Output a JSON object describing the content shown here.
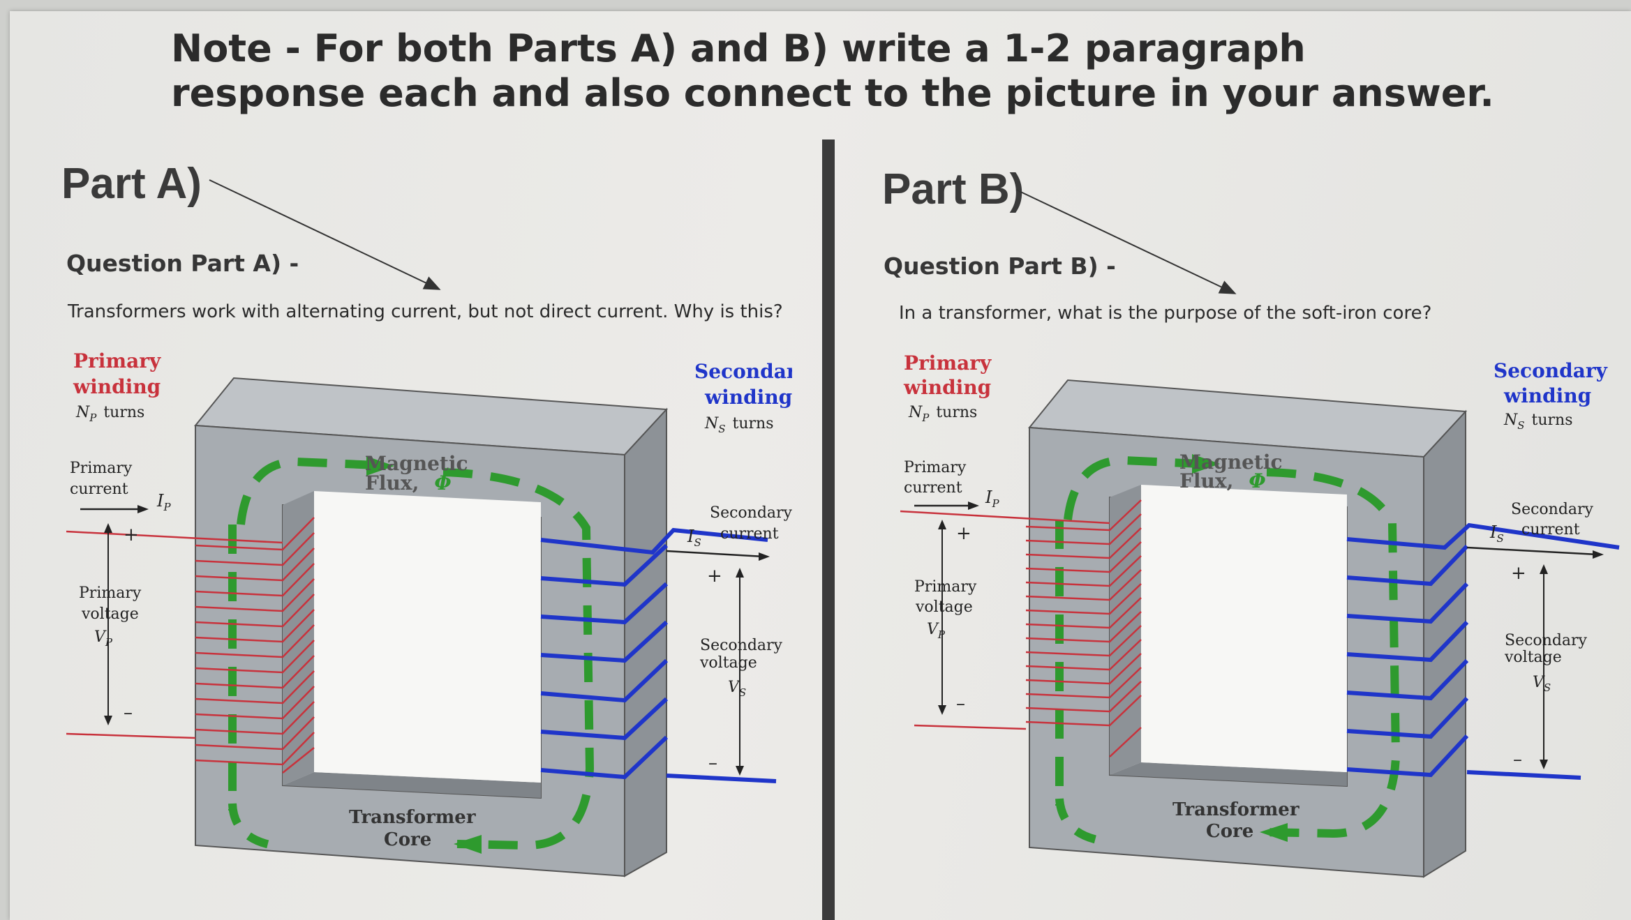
{
  "note": "Note - For both Parts A) and B) write a 1-2 paragraph response each and also connect to the picture in your answer.",
  "parts": [
    {
      "title": "Part A)",
      "question_heading": "Question Part A) -",
      "question_text": "Transformers work with alternating current, but not direct current. Why is this?"
    },
    {
      "title": "Part B)",
      "question_heading": "Question Part B) -",
      "question_text": "In a transformer, what is the purpose of the soft-iron core?"
    }
  ],
  "diagram_labels": {
    "primary_winding_line1": "Primary",
    "primary_winding_line2": "winding",
    "primary_turns_symbol": "N",
    "primary_turns_sub": "P",
    "turns_word": "turns",
    "secondary_winding_line1": "Secondary",
    "secondary_winding_line2": "winding",
    "secondary_turns_symbol": "N",
    "secondary_turns_sub": "S",
    "primary_current_line1": "Primary",
    "primary_current_line2": "current",
    "primary_current_symbol": "I",
    "primary_current_sub": "P",
    "primary_voltage_line1": "Primary",
    "primary_voltage_line2": "voltage",
    "primary_voltage_symbol": "V",
    "primary_voltage_sub": "P",
    "secondary_current_line1": "Secondary",
    "secondary_current_line2": "current",
    "secondary_current_symbol": "I",
    "secondary_current_sub": "S",
    "secondary_voltage_line1": "Secondary",
    "secondary_voltage_line2": "voltage",
    "secondary_voltage_symbol": "V",
    "secondary_voltage_sub": "S",
    "flux_line1": "Magnetic",
    "flux_line2": "Flux,",
    "flux_symbol": "Φ",
    "core_line1": "Transformer",
    "core_line2": "Core",
    "plus": "+",
    "minus": "–"
  },
  "colors": {
    "primary": "#c8323c",
    "secondary": "#1f35c9",
    "flux": "#2e9a2e",
    "core_front": "#a7acb1",
    "core_top": "#bfc3c7",
    "core_side": "#8d9297",
    "window": "#f7f7f5"
  }
}
